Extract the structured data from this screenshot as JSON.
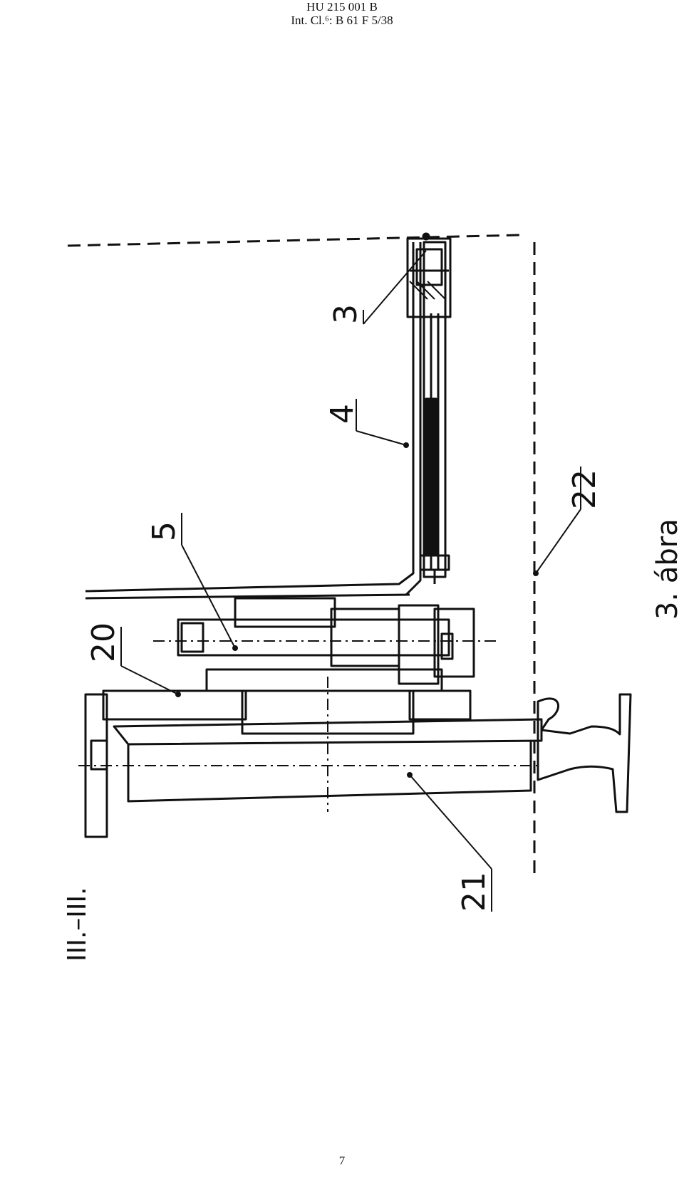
{
  "header": {
    "patent_number": "HU 215 001 B",
    "classification": "Int. Cl.⁶: B 61 F  5/38"
  },
  "figure": {
    "section_label": "III.–III.",
    "caption": "3. ábra",
    "reference_numerals": [
      "3",
      "4",
      "5",
      "20",
      "21",
      "22"
    ]
  },
  "footer": {
    "page_number": "7"
  }
}
